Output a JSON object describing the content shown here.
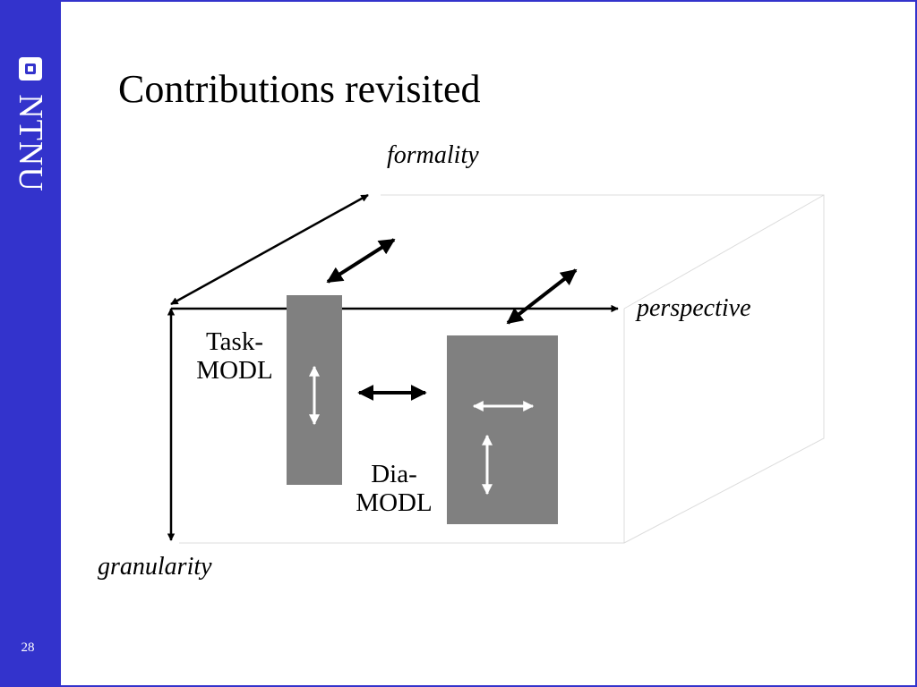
{
  "slide": {
    "title": "Contributions revisited",
    "page_number": "28"
  },
  "branding": {
    "logo_text": "NTNU",
    "color": "#3333cc"
  },
  "diagram": {
    "axes": {
      "formality": "formality",
      "perspective": "perspective",
      "granularity": "granularity"
    },
    "boxes": [
      {
        "label_line1": "Task-",
        "label_line2": "MODL",
        "color": "#808080"
      },
      {
        "label_line1": "Dia-",
        "label_line2": "MODL",
        "color": "#808080"
      }
    ]
  }
}
